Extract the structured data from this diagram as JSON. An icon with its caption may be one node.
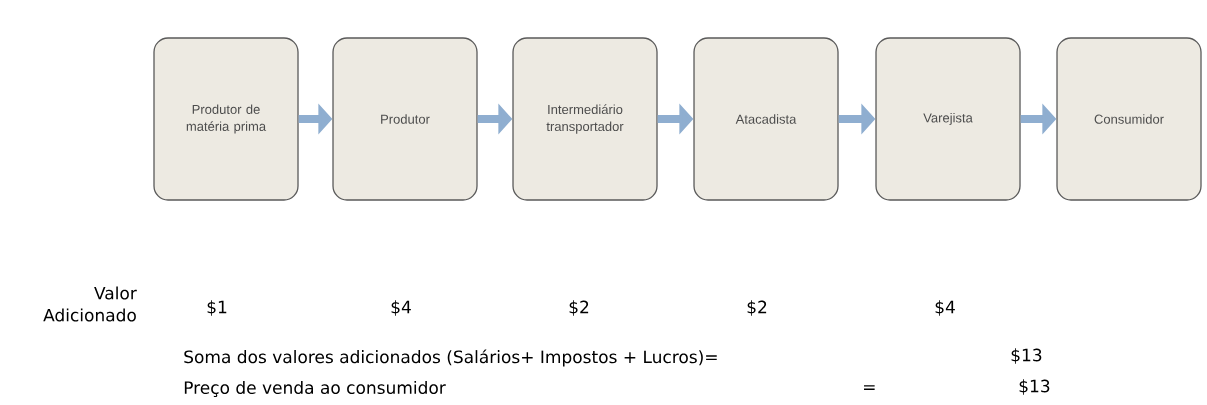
{
  "diagram": {
    "nodes": [
      {
        "text": [
          "Produtor de matéria prima"
        ]
      },
      {
        "text": [
          "Produtor"
        ]
      },
      {
        "text": [
          "Intermediário transportador"
        ]
      },
      {
        "text": [
          "Atacadista"
        ]
      },
      {
        "text": [
          "Varejista"
        ]
      },
      {
        "text": [
          "Consumidor"
        ]
      }
    ],
    "edges": [
      {
        "from": 0,
        "to": 1,
        "arrow": "to"
      },
      {
        "from": 1,
        "to": 2,
        "arrow": "to"
      },
      {
        "from": 2,
        "to": 3,
        "arrow": "to"
      },
      {
        "from": 3,
        "to": 4,
        "arrow": "to"
      },
      {
        "from": 4,
        "to": 5,
        "arrow": "to"
      }
    ],
    "labels": [
      "Valor Adicionado",
      "$1",
      "$4",
      "$2",
      "$2",
      "$4",
      "Soma dos  valores adicionados (Salários+ Impostos + Lucros)=",
      "$13",
      "Preço de venda ao consumidor",
      "=",
      "$13"
    ]
  }
}
